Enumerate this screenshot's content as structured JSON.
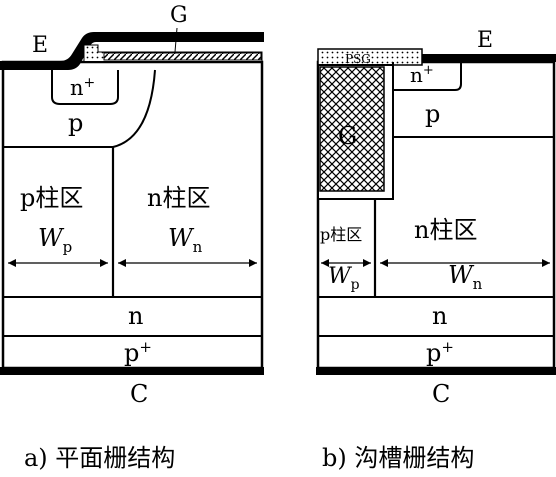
{
  "left": {
    "emitter_label": "E",
    "gate_label": "G",
    "n_plus_label": "n",
    "n_plus_sup": "+",
    "p_base_label": "p",
    "p_column_label": "p柱区",
    "n_column_label": "n柱区",
    "wp_main": "W",
    "wp_sub": "p",
    "wn_main": "W",
    "wn_sub": "n",
    "n_layer_label": "n",
    "p_plus_label": "p",
    "p_plus_sup": "+",
    "collector_label": "C",
    "caption": "a) 平面栅结构"
  },
  "right": {
    "emitter_label": "E",
    "psg_label": "PSG",
    "n_plus_label": "n",
    "n_plus_sup": "+",
    "gate_label": "G",
    "p_base_label": "p",
    "p_column_label": "p柱区",
    "n_column_label": "n柱区",
    "wp_main": "W",
    "wp_sub": "p",
    "wn_main": "W",
    "wn_sub": "n",
    "n_layer_label": "n",
    "p_plus_label": "p",
    "p_plus_sup": "+",
    "collector_label": "C",
    "caption": "b) 沟槽栅结构"
  }
}
